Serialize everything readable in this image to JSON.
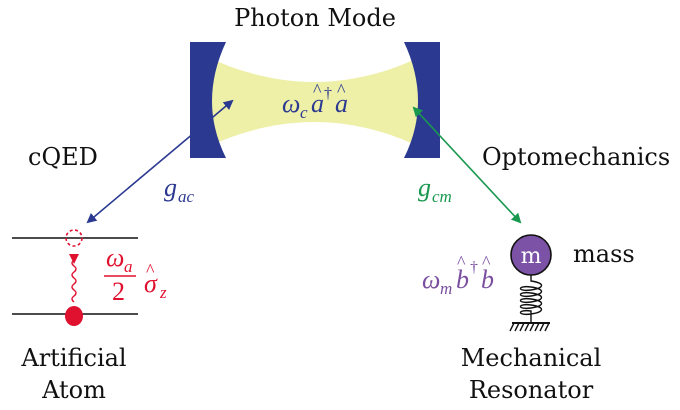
{
  "title": "Photon Mode",
  "labels": {
    "cqed": "cQED",
    "optomechanics": "Optomechanics",
    "artificial_atom_line1": "Artificial",
    "artificial_atom_line2": "Atom",
    "mechanical_line1": "Mechanical",
    "mechanical_line2": "Resonator",
    "mass_text": "mass",
    "mass_symbol": "m"
  },
  "math": {
    "cavity_hamiltonian": "ω_c â† â",
    "g_ac": "g_ac",
    "g_cm": "g_cm",
    "atom_hamiltonian": "(ω_a / 2) σ̂_z",
    "mech_hamiltonian": "ω_m b̂† b̂"
  },
  "colors": {
    "mirror": "#2b3990",
    "cavity_fill": "#eef0a8",
    "blue": "#2b3990",
    "green": "#1a9850",
    "red": "#e0102f",
    "purple": "#7a4fa0",
    "mass_fill": "#7b52a6",
    "text": "#111111"
  }
}
